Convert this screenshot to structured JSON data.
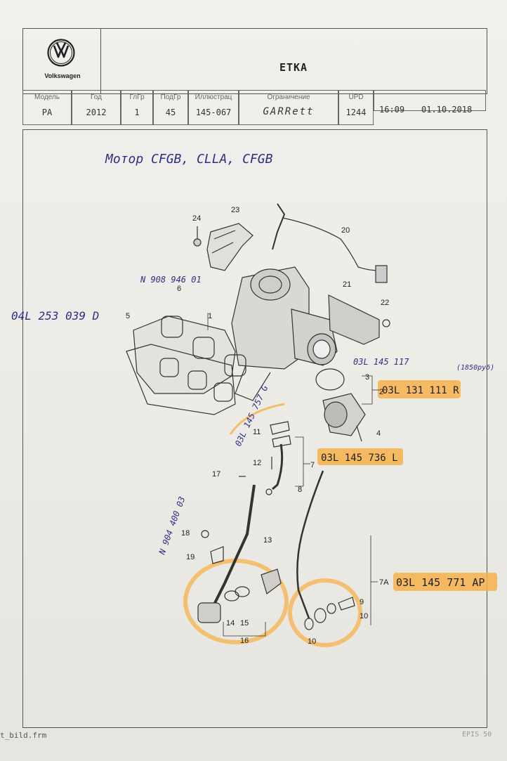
{
  "app": {
    "brand": "Volkswagen",
    "title": "ETKA"
  },
  "info": {
    "model_label": "Модель",
    "model": "PA",
    "year_label": "Год",
    "year": "2012",
    "group_label": "ГлГр",
    "group": "1",
    "subgroup_label": "ПодГр",
    "subgroup": "45",
    "illus_label": "Иллюстрац",
    "illus": "145-067",
    "restriction_label": "Ограничение",
    "restriction": "GARRett",
    "upd_label": "UPD",
    "upd": "1244",
    "time": "16:09",
    "date": "01.10.2018"
  },
  "diagram": {
    "engine_note": "Мотор  CFGB, CLLA, CFGB",
    "parts": [
      "1",
      "2",
      "3",
      "4",
      "5",
      "6",
      "7",
      "7A",
      "8",
      "9",
      "10",
      "10",
      "11",
      "12",
      "13",
      "14",
      "15",
      "16",
      "17",
      "18",
      "19",
      "20",
      "21",
      "22",
      "23",
      "24"
    ],
    "notes": {
      "manifold": "04L 253 039 D",
      "bolt": "N 908 946 01",
      "gasket_ring": "03L 145 117",
      "elbow": "03L 131 111 R",
      "elbow_note": "(1850руб)",
      "pipe_vert": "03L 145 757 G",
      "pipe": "03L 145 736 L",
      "pipe_7a": "03L 145 771 AP",
      "bolt_13": "N 904 400 03"
    }
  },
  "footer": {
    "form": "t_bild.frm",
    "epis": "EPIS 50"
  }
}
